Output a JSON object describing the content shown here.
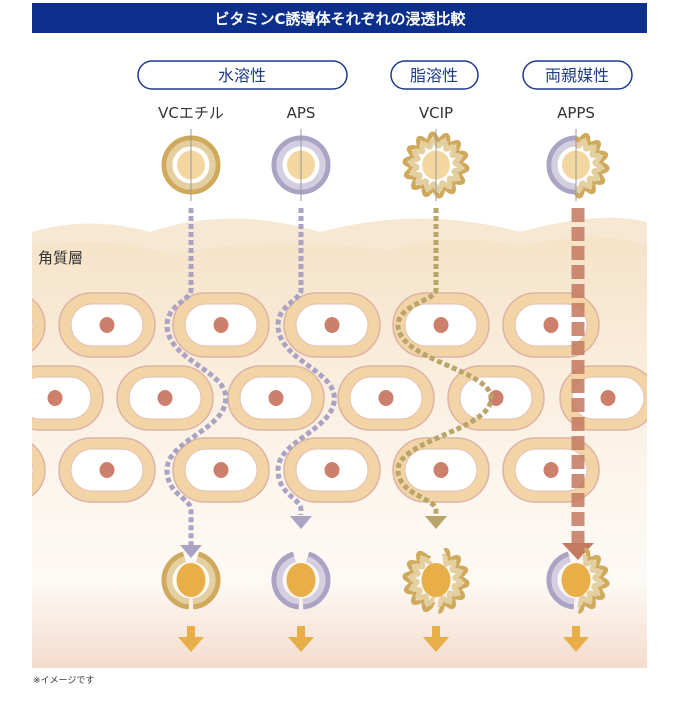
{
  "header": {
    "title": "ビタミンC誘導体それぞれの浸透比較"
  },
  "categories": [
    {
      "label": "水溶性"
    },
    {
      "label": "脂溶性"
    },
    {
      "label": "両親媒性"
    }
  ],
  "derivatives": [
    {
      "label": "VCエチル",
      "color": "#cfa95a"
    },
    {
      "label": "APS",
      "color": "#aaa3c4"
    },
    {
      "label": "VCIP",
      "color": "#b9a56a"
    },
    {
      "label": "APPS",
      "color": "#c47a60"
    }
  ],
  "layer_label": "角質層",
  "footnote": "※イメージです",
  "colors": {
    "header_bg": "#0b2f8a",
    "yolk": "#e8ae48",
    "cell_ring": "#f3d4a6",
    "nucleus": "#cc806c"
  }
}
